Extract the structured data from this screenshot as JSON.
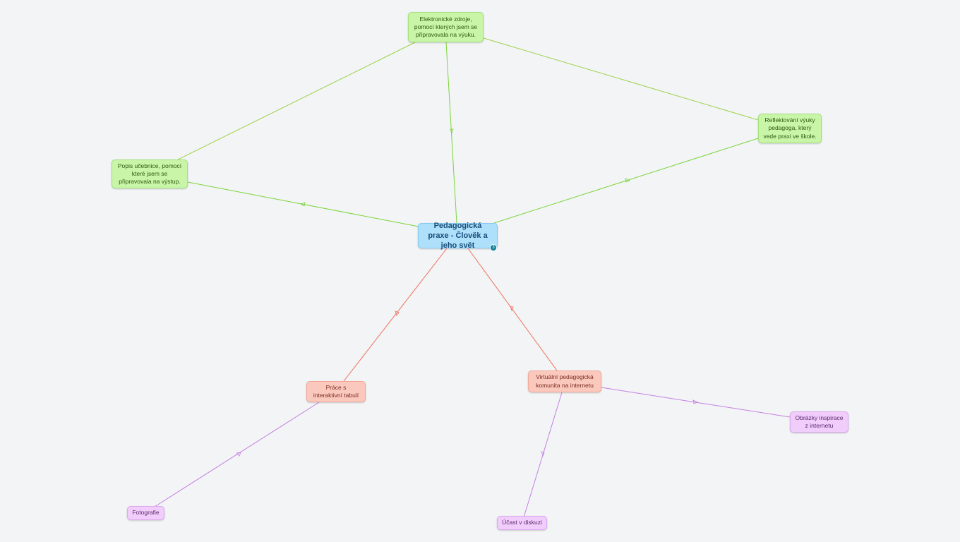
{
  "map": {
    "central": {
      "label": "Pedagogická praxe - Člověk a jeho svět",
      "badge": "3"
    },
    "nodes": {
      "elektronicke": "Elektronické zdroje, pomocí kterých jsem se připravovala na výuku.",
      "reflektovani": "Reflektování výuky pedagoga, který vede praxi ve škole.",
      "popis": "Popis učebnice, pomocí které jsem se připravovala na výstup.",
      "prace": "Práce s interaktivní tabulí",
      "virtualni": "Virtuální pedagogická komunita na internetu",
      "obrazky": "Obrázky inspirace z internetu",
      "fotografie": "Fotografie",
      "ucast": "Účast v diskuzi"
    }
  },
  "colors": {
    "green_link": "#7cd43a",
    "green_link_light": "#9fd14a",
    "red_link": "#f0705e",
    "purple_link": "#c580e0"
  }
}
